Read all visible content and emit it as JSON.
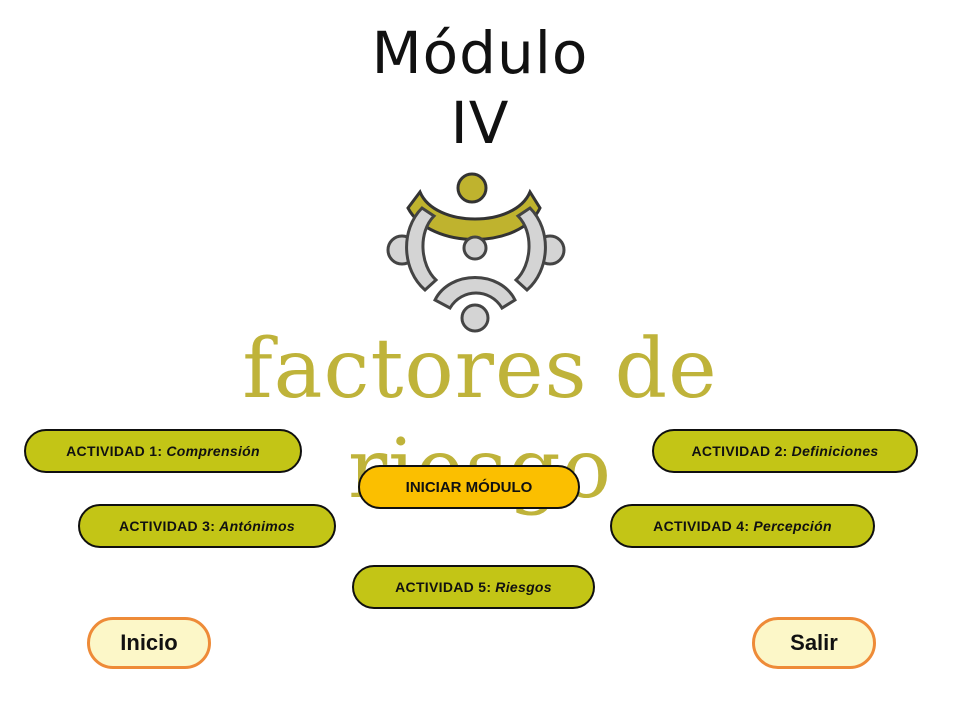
{
  "title_line1": "Módulo",
  "title_line2": "IV",
  "logo": {
    "text": "factores de riesgo",
    "icon": "people-circle-logo",
    "colors": {
      "gold": "#bfb32e",
      "grey": "#d4d4d4"
    }
  },
  "activities": [
    {
      "prefix": "ACTIVIDAD 1:",
      "name": "Comprensión"
    },
    {
      "prefix": "ACTIVIDAD 2:",
      "name": "Definiciones"
    },
    {
      "prefix": "ACTIVIDAD 3:",
      "name": "Antónimos"
    },
    {
      "prefix": "ACTIVIDAD 4:",
      "name": "Percepción"
    },
    {
      "prefix": "ACTIVIDAD 5:",
      "name": "Riesgos"
    }
  ],
  "start_label": "INICIAR MÓDULO",
  "nav": {
    "home": "Inicio",
    "exit": "Salir"
  },
  "colors": {
    "activity": "#c3c516",
    "start": "#fbbf00",
    "nav_border": "#ee8b38",
    "nav_fill": "#fcf7c8"
  }
}
